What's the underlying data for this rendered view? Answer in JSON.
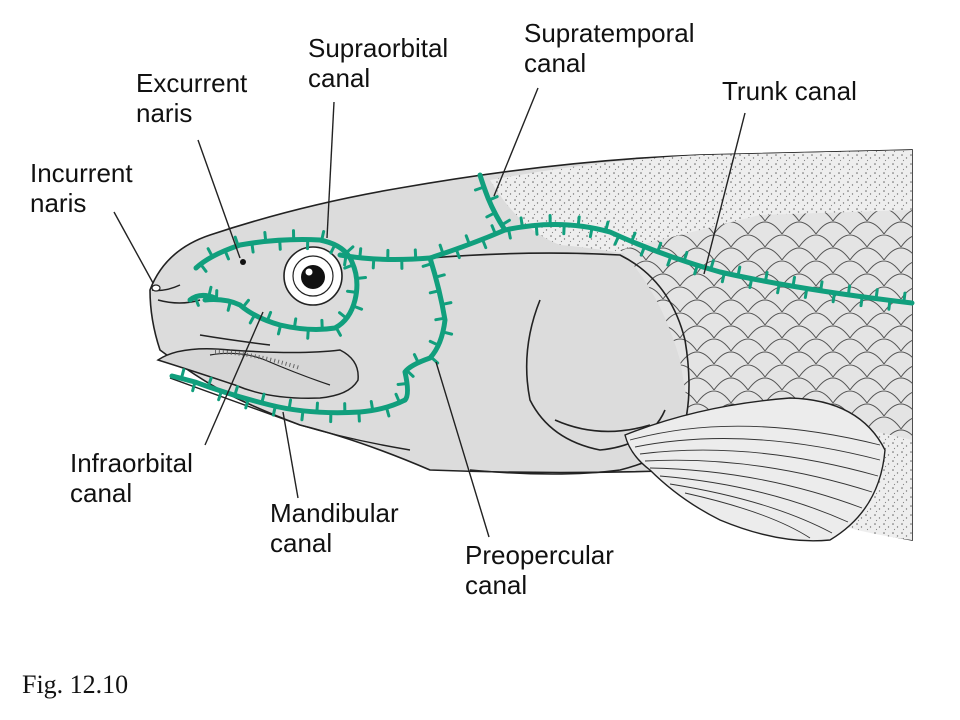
{
  "figure": {
    "caption": "Fig. 12.10",
    "canal_color": "#119f7d",
    "body_color": "#e0e0e0",
    "line_color": "#222222"
  },
  "labels": {
    "excurrent_naris": "Excurrent\nnaris",
    "incurrent_naris": "Incurrent\nnaris",
    "supraorbital_canal": "Supraorbital\ncanal",
    "supratemporal_canal": "Supratemporal\ncanal",
    "trunk_canal": "Trunk canal",
    "infraorbital_canal": "Infraorbital\ncanal",
    "mandibular_canal": "Mandibular\ncanal",
    "preopercular_canal": "Preopercular\ncanal"
  }
}
